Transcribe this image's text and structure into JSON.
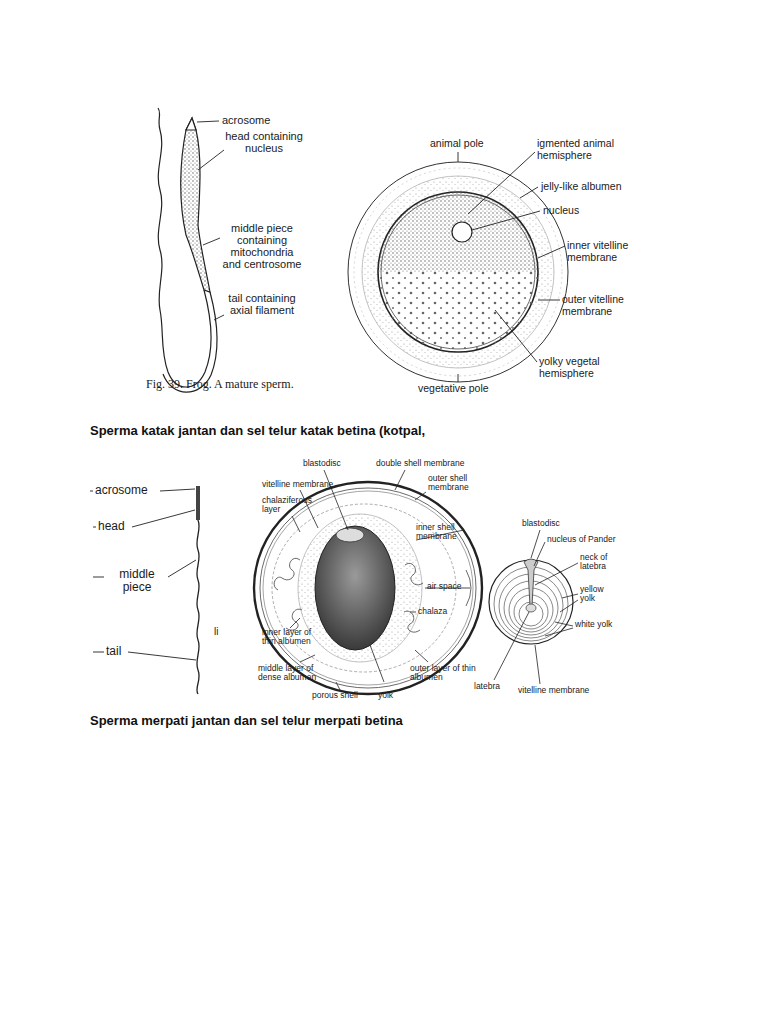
{
  "diagram": {
    "labels": [
      "acrosome",
      "head containing nucleus",
      "middle piece containing mitochondria and centrosome",
      "tail containing axial filament",
      "Fig. 39. Frog. A mature sperm.",
      "animal pole",
      "igmented animal hemisphere",
      "jelly-like albumen",
      "nucleus",
      "inner vitelline membrane",
      "outer vitelline membrane",
      "yolky vegetal hemisphere",
      "vegetative pole",
      "Sperma katak jantan dan sel telur katak betina (kotpal,",
      "acrosome",
      "head",
      "middle piece",
      "tail",
      "li",
      "blastodisc",
      "double shell membrane",
      "vitelline membrane",
      "outer shell membrane",
      "chalaziferous layer",
      "inner shell membrane",
      "air space",
      "chalaza",
      "inner layer of thin albumen",
      "middle layer of dense albumen",
      "porous shell",
      "yolk",
      "outer layer of thin albumen",
      "blastodisc",
      "nucleus of Pander",
      "neck of latebra",
      "yellow yolk",
      "white yolk",
      "latebra",
      "vitelline membrane",
      "Sperma merpati jantan dan sel telur merpati betina"
    ]
  }
}
